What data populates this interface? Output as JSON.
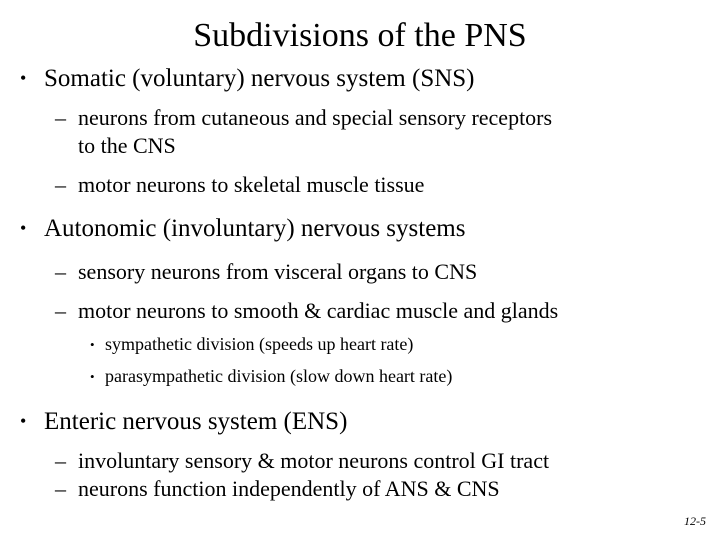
{
  "slide": {
    "title": "Subdivisions of the PNS",
    "background_color": "#ffffff",
    "text_color": "#000000",
    "slide_number": "12-5",
    "markers": {
      "level1_bullet": "•",
      "level2_dash": "–",
      "level3_bullet": "•"
    },
    "content": [
      {
        "level": 1,
        "text": "Somatic (voluntary) nervous system (SNS)"
      },
      {
        "level": 2,
        "text": "neurons from cutaneous and special sensory receptors",
        "continuation": "to the CNS"
      },
      {
        "level": 2,
        "text": "motor neurons to skeletal muscle tissue"
      },
      {
        "level": 1,
        "text": "Autonomic (involuntary) nervous systems"
      },
      {
        "level": 2,
        "text": "sensory neurons from visceral organs to CNS"
      },
      {
        "level": 2,
        "text": "motor neurons to smooth & cardiac muscle and glands"
      },
      {
        "level": 3,
        "text": "sympathetic division (speeds up heart rate)"
      },
      {
        "level": 3,
        "text": "parasympathetic division (slow down heart rate)"
      },
      {
        "level": 1,
        "text": "Enteric nervous system (ENS)"
      },
      {
        "level": 2,
        "text": "involuntary sensory & motor neurons control GI tract"
      },
      {
        "level": 2,
        "text": "neurons function independently of ANS & CNS"
      }
    ]
  }
}
